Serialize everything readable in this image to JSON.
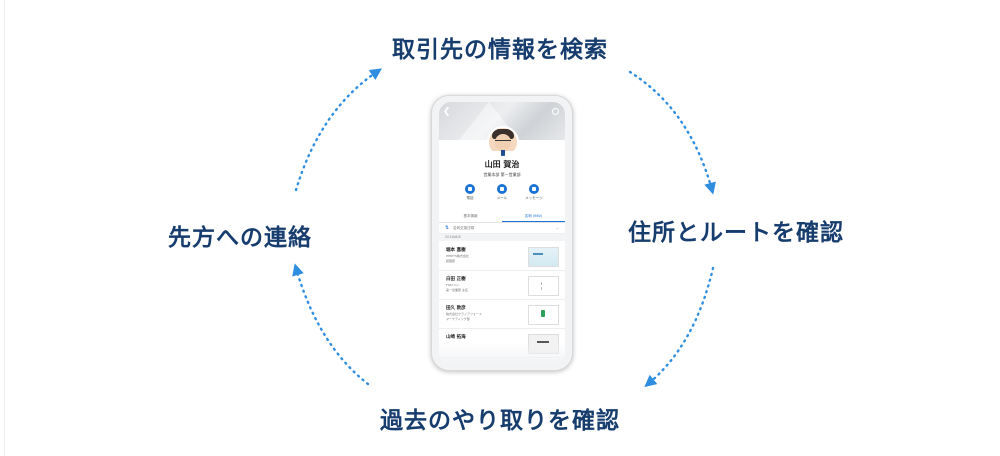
{
  "cycle": {
    "top": "取引先の情報を検索",
    "right": "住所とルートを確認",
    "bottom": "過去のやり取りを確認",
    "left": "先方への連絡"
  },
  "colors": {
    "label": "#163d6e",
    "arrow": "#2f8ee0",
    "accent": "#1a73d8"
  },
  "phone": {
    "profile": {
      "name": "山田 賀治",
      "department": "営業本部 第一営業部"
    },
    "actions": [
      {
        "label": "電話",
        "icon": "phone-icon"
      },
      {
        "label": "メール",
        "icon": "mail-icon"
      },
      {
        "label": "メッセージ",
        "icon": "message-icon"
      }
    ],
    "tabs": {
      "basic": "基本情報",
      "cards": "名刺 (660)"
    },
    "filter": {
      "label": "名刺交換日順"
    },
    "date_header": "2016/8/8",
    "cards": [
      {
        "name": "堀本 喜樹",
        "company": "HERITS株式会社",
        "dept": "経理部"
      },
      {
        "name": "白田 正樹",
        "company": "FLEX Inc.",
        "dept": "第一営業部 主任"
      },
      {
        "name": "田久 敦彦",
        "company": "株式会社クライアフォース",
        "dept": "マーケティング部"
      },
      {
        "name": "山崎 拓海",
        "company": "",
        "dept": ""
      }
    ]
  }
}
